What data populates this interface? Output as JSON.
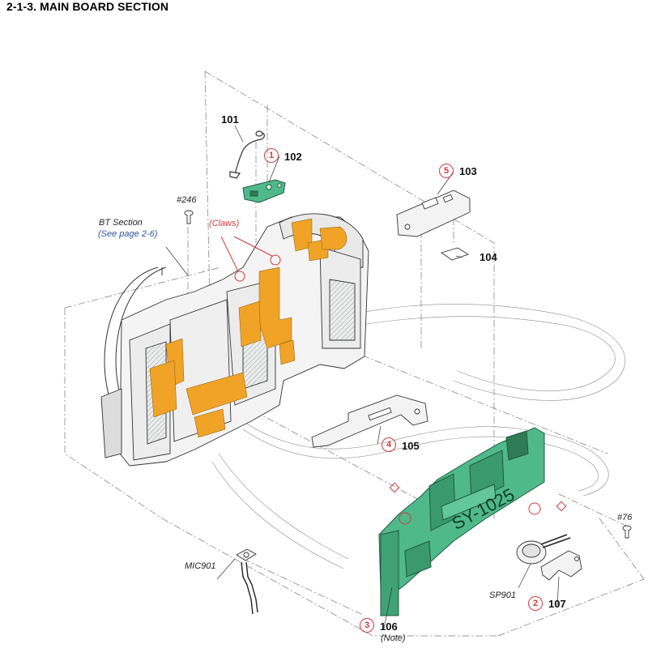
{
  "header": {
    "title": "2-1-3. MAIN BOARD SECTION"
  },
  "parts": {
    "p101": {
      "number": "101"
    },
    "p102": {
      "number": "102",
      "step": "1"
    },
    "p103": {
      "number": "103",
      "step": "5"
    },
    "p104": {
      "number": "104"
    },
    "p105": {
      "number": "105",
      "step": "4"
    },
    "p106": {
      "number": "106",
      "step": "3",
      "note": "(Note)"
    },
    "p107": {
      "number": "107",
      "step": "2"
    }
  },
  "callouts": {
    "screw_246": "#246",
    "screw_76": "#76",
    "bt_section": "BT Section",
    "bt_see_page": "(See page 2-6)",
    "claws": "(Claws)",
    "mic": "MIC901",
    "speaker": "SP901",
    "board_text": "SY-1025"
  },
  "colors": {
    "board_green": "#4fb98a",
    "flex_orange": "#f0a326",
    "callout_red": "#d13b3b",
    "link_blue": "#2d52a0"
  }
}
